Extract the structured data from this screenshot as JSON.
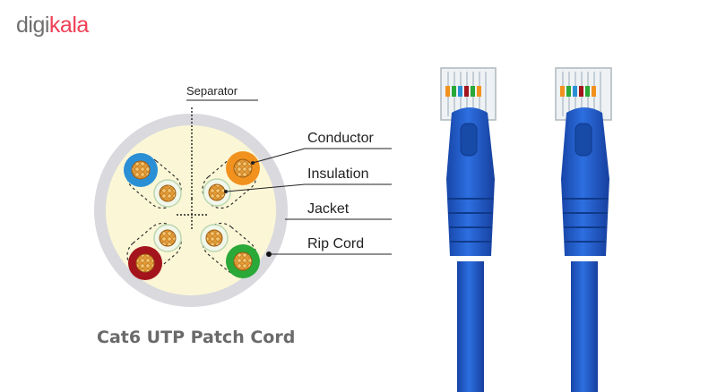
{
  "brand": {
    "part1": "digi",
    "part2": "kala"
  },
  "labels": {
    "separator": "Separator",
    "conductor": "Conductor",
    "insulation": "Insulation",
    "jacket": "Jacket",
    "rip_cord": "Rip Cord"
  },
  "caption": "Cat6 UTP Patch Cord",
  "colors": {
    "brand_red": "#ef4056",
    "cable_blue": "#1f5fd0",
    "jacket_gray": "#d9d9de",
    "fill_cream": "#fbf7d6",
    "pair_blue": "#2b8fd6",
    "pair_orange": "#f2921e",
    "pair_brown": "#a3141c",
    "pair_green": "#2aa838"
  }
}
